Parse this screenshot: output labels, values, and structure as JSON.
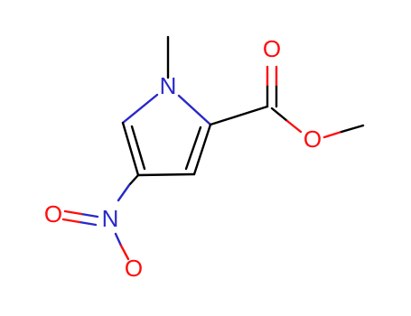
{
  "molecule": {
    "atoms": [
      {
        "key": "n1",
        "label": "N",
        "color": "#2929c8"
      },
      {
        "key": "o_carbonyl",
        "label": "O",
        "color": "#ff0d0d"
      },
      {
        "key": "o_ester",
        "label": "O",
        "color": "#ff0d0d"
      },
      {
        "key": "n_nitro",
        "label": "N",
        "color": "#2929c8"
      },
      {
        "key": "o_nitro_left",
        "label": "O",
        "color": "#ff0d0d"
      },
      {
        "key": "o_nitro_bottom",
        "label": "O",
        "color": "#ff0d0d"
      }
    ],
    "bond_color": "#000000",
    "nitrogen_color": "#2929c8",
    "oxygen_color": "#ff0d0d"
  }
}
